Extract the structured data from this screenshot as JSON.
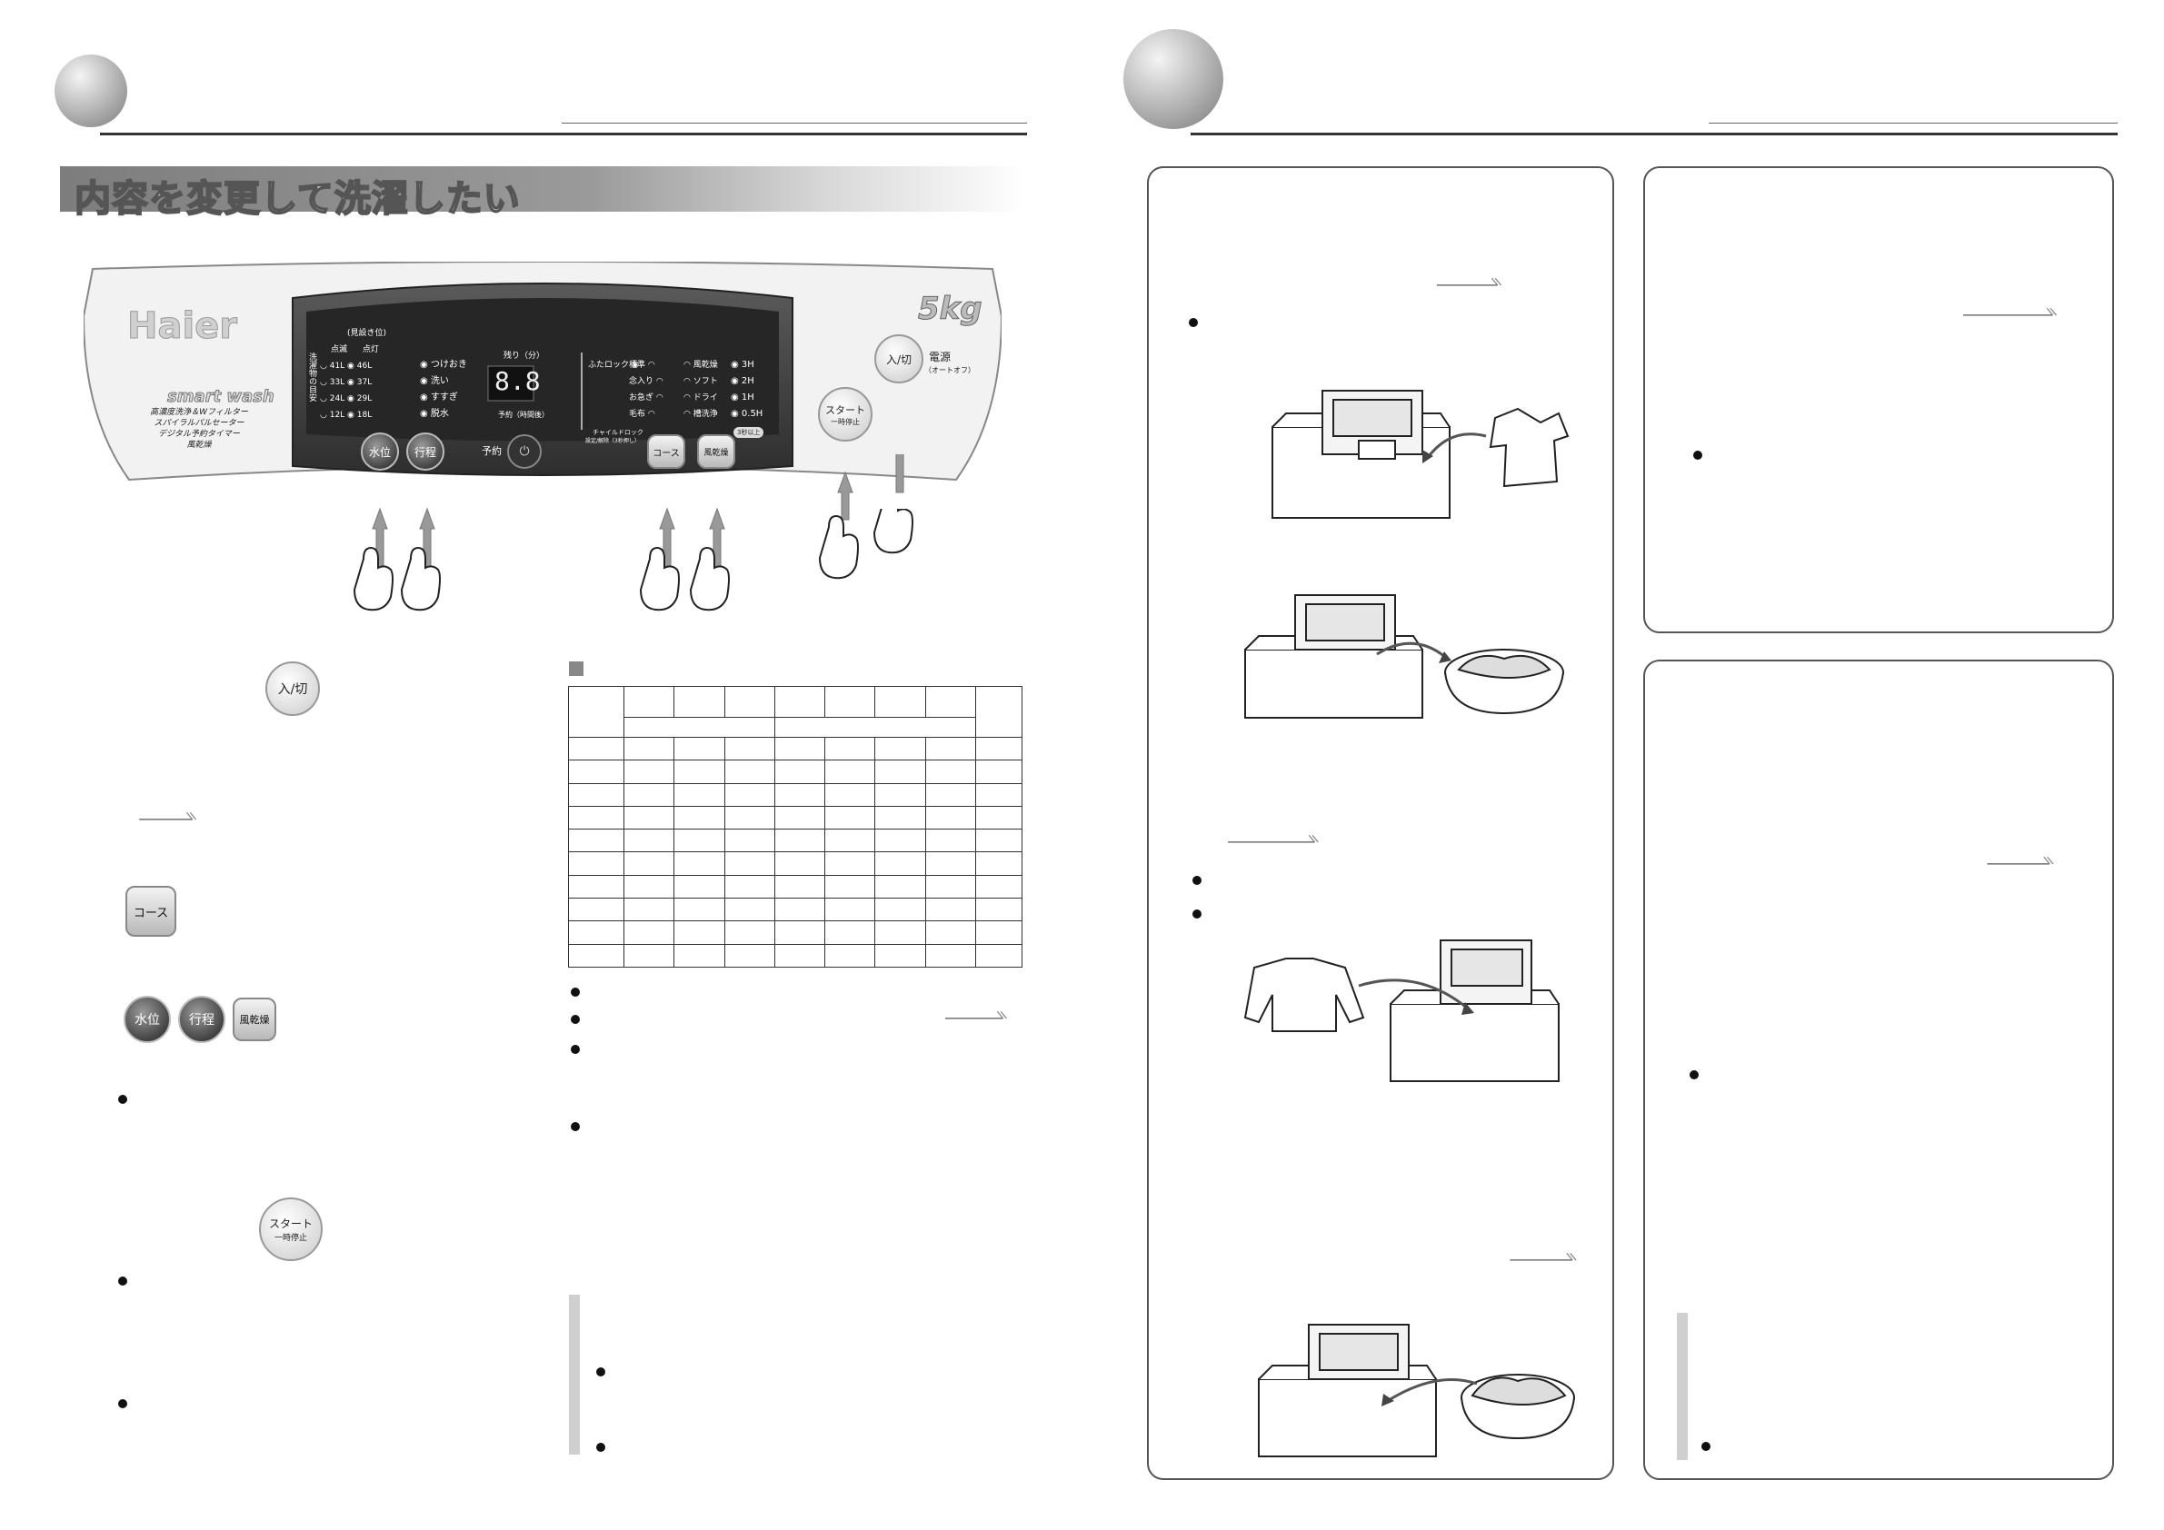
{
  "page_left": {
    "section_title": "内容を変更して洗濯したい",
    "panel": {
      "brand": "Haier",
      "capacity": "5kg",
      "model_logo": "smart wash",
      "features": [
        "高濃度洗浄＆Wフィルター",
        "スパイラルパルセーター",
        "デジタル予約タイマー",
        "風乾燥"
      ],
      "water_header": "(見設き位)",
      "water_cols": [
        "点滅",
        "点灯"
      ],
      "water_side_label": "洗濯物の目安",
      "water_levels": [
        {
          "left": "41L",
          "right": "46L"
        },
        {
          "left": "33L",
          "right": "37L"
        },
        {
          "left": "24L",
          "right": "29L"
        },
        {
          "left": "12L",
          "right": "18L"
        }
      ],
      "process_items": [
        "つけおき",
        "洗い",
        "すすぎ",
        "脱水"
      ],
      "display_label": "残り（分）",
      "display_value": "8.8",
      "reserve_note": "予約（時間後）",
      "lid_lock": "ふたロック",
      "course_col1": [
        "標準",
        "念入り",
        "お急ぎ",
        "毛布"
      ],
      "course_col2": [
        "風乾燥",
        "ソフト",
        "ドライ",
        "槽洗浄"
      ],
      "dry_times": [
        "3H",
        "2H",
        "1H",
        "0.5H"
      ],
      "child_lock": "チャイルドロック",
      "child_lock_sub": "設定/解除（3秒押し）",
      "hold_tag": "3秒以上",
      "btn_water": "水位",
      "btn_process": "行程",
      "btn_reserve": "予約",
      "btn_course": "コース",
      "btn_dry": "風乾燥",
      "btn_start": "スタート",
      "btn_start_sub": "一時停止",
      "btn_power": "入/切",
      "power_label": "電源",
      "power_sub": "（オートオフ）"
    },
    "step_power_label": "入/切",
    "step_course_label": "コース",
    "step_buttons": [
      "水位",
      "行程",
      "風乾燥"
    ],
    "step_start_label": "スタート",
    "step_start_sub": "一時停止"
  },
  "colors": {
    "accent_gray": "#9a9a9a",
    "panel_dark": "#3a3a3a",
    "rule": "#333333"
  }
}
